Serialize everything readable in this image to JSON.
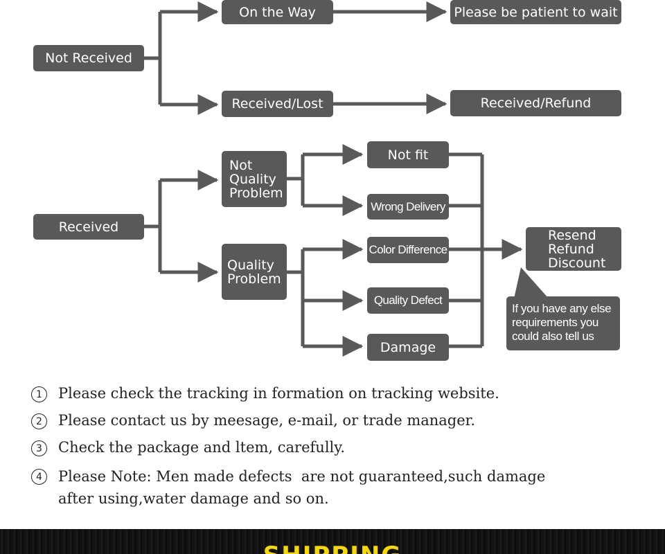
{
  "flowchart": {
    "not_received": {
      "root": "Not Received",
      "on_the_way": "On the Way",
      "be_patient": "Please be patient to wait",
      "received_lost": "Received/Lost",
      "received_refund": "Received/Refund"
    },
    "received": {
      "root": "Received",
      "not_quality_problem": [
        "Not",
        "Quality",
        "Problem"
      ],
      "quality_problem": [
        "Quality",
        "Problem"
      ],
      "not_fit": "Not fit",
      "wrong_delivery": "Wrong Delivery",
      "color_difference": "Color Difference",
      "quality_defect": "Quality Defect",
      "damage": "Damage",
      "resolution": [
        "Resend",
        "Refund",
        "Discount"
      ],
      "note_bubble": [
        "If you have any else",
        "requirements you",
        "could also tell us"
      ]
    }
  },
  "notes": [
    {
      "marker": "1",
      "lines": [
        "Please check the tracking in formation on tracking website."
      ]
    },
    {
      "marker": "2",
      "lines": [
        "Please contact us by meesage, e-mail, or trade manager."
      ]
    },
    {
      "marker": "3",
      "lines": [
        "Check the package and ltem, carefully."
      ]
    },
    {
      "marker": "4",
      "lines": [
        "Please Note: Men made defects  are not guaranteed,such damage",
        "after using,water damage and so on."
      ]
    }
  ],
  "banner": {
    "title": "SHIPPING"
  },
  "colors": {
    "node_fill": "#595959",
    "node_text": "#ffffff",
    "banner_text": "#f5d800",
    "banner_bg": "#111111"
  }
}
